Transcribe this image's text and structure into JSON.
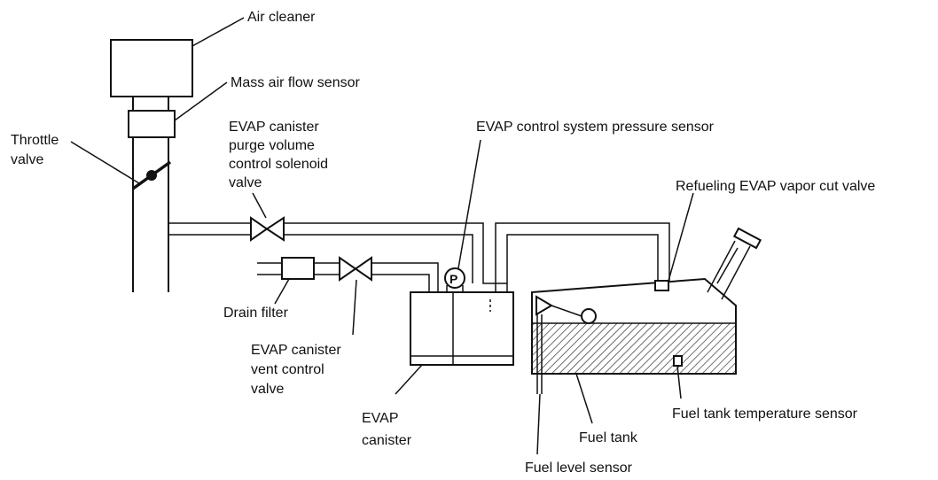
{
  "labels": {
    "air_cleaner": "Air cleaner",
    "mass_air_flow_sensor": "Mass air flow sensor",
    "throttle_valve": [
      "Throttle",
      "valve"
    ],
    "purge_valve": [
      "EVAP canister",
      "purge volume",
      "control solenoid",
      "valve"
    ],
    "pressure_sensor": "EVAP control system pressure sensor",
    "refueling_cut_valve": "Refueling EVAP vapor cut valve",
    "drain_filter": "Drain filter",
    "vent_valve": [
      "EVAP canister",
      "vent control",
      "valve"
    ],
    "canister": [
      "EVAP",
      "canister"
    ],
    "fuel_tank": "Fuel tank",
    "fuel_tank_temp_sensor": "Fuel tank temperature sensor",
    "fuel_level_sensor": "Fuel level sensor",
    "pressure_sensor_symbol": "P"
  }
}
